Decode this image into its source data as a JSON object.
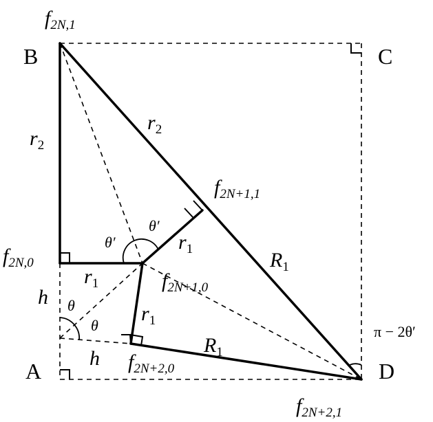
{
  "points": {
    "A": "A",
    "B": "B",
    "C": "C",
    "D": "D"
  },
  "nodes": {
    "f2N1": {
      "base": "f",
      "sub": "2N,1"
    },
    "f2N0": {
      "base": "f",
      "sub": "2N,0"
    },
    "f2N11": {
      "base": "f",
      "sub": "2N+1,1"
    },
    "f2N10": {
      "base": "f",
      "sub": "2N+1,0"
    },
    "f2N20": {
      "base": "f",
      "sub": "2N+2,0"
    },
    "f2N21": {
      "base": "f",
      "sub": "2N+2,1"
    }
  },
  "lengths": {
    "r2_left": {
      "base": "r",
      "sub": "2"
    },
    "r2_diag": {
      "base": "r",
      "sub": "2"
    },
    "r1_horiz": {
      "base": "r",
      "sub": "1"
    },
    "r1_upper": {
      "base": "r",
      "sub": "1"
    },
    "r1_lower": {
      "base": "r",
      "sub": "1"
    },
    "R1_diag": {
      "base": "R",
      "sub": "1"
    },
    "R1_bottom": {
      "base": "R",
      "sub": "1"
    },
    "h_upper": "h",
    "h_lower": "h"
  },
  "angles": {
    "theta_prime_left": "θ′",
    "theta_prime_right": "θ′",
    "theta_upper": "θ",
    "theta_lower": "θ",
    "angle_D": "π − 2θ′"
  }
}
